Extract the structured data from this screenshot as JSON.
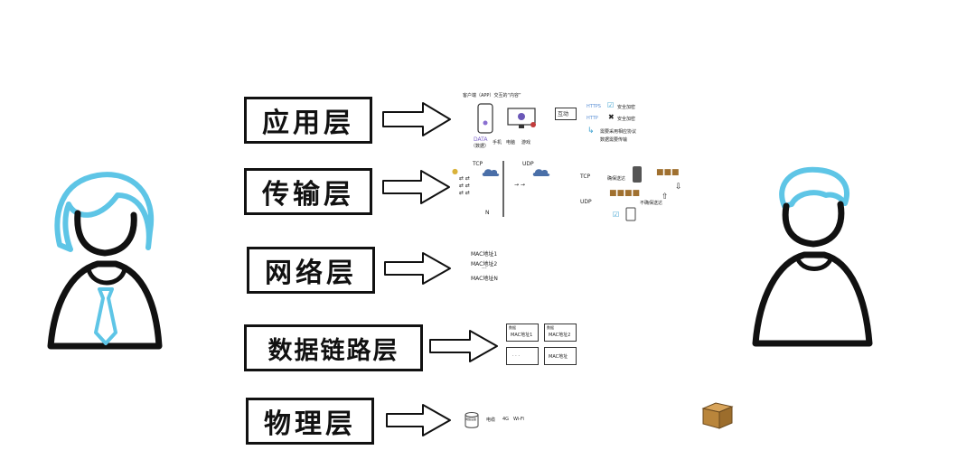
{
  "layers": [
    {
      "label": "应用层"
    },
    {
      "label": "传输层"
    },
    {
      "label": "网络层"
    },
    {
      "label": "数据链路层"
    },
    {
      "label": "物理层"
    }
  ],
  "application": {
    "caption": "客户端（APP）交互的“内容”",
    "data_label": "DATA",
    "data_sub": "（数据）",
    "icons_row": [
      "手机",
      "电脑",
      "游戏"
    ],
    "interaction": "互动",
    "https_label": "HTTPS",
    "https_result": "安全加密",
    "http_label": "HTTP",
    "http_result": "安全加密",
    "note_line1": "需要采用相应协议",
    "note_line2": "数据需要传输"
  },
  "transport": {
    "tcp": "TCP",
    "udp": "UDP",
    "tcp_right": "TCP",
    "udp_right": "UDP",
    "tcp_note": "确保送达",
    "udp_note": "不确保送达",
    "tail_label": "N"
  },
  "network": {
    "mac_items": [
      "MAC地址1",
      "MAC地址2",
      "···",
      "MAC地址N"
    ]
  },
  "datalink": {
    "frames": [
      {
        "head": "数据",
        "mac": "MAC地址1"
      },
      {
        "head": "数据",
        "mac": "MAC地址2"
      },
      {
        "head": "",
        "mac": "· · ·"
      },
      {
        "head": "",
        "mac": "MAC地址"
      }
    ]
  },
  "physical": {
    "items": [
      "网络设备",
      "电缆",
      "4G",
      "Wi-Fi"
    ]
  },
  "colors": {
    "accent": "#5ec5e6",
    "stroke": "#111111",
    "box_brown": "#b9853b"
  }
}
